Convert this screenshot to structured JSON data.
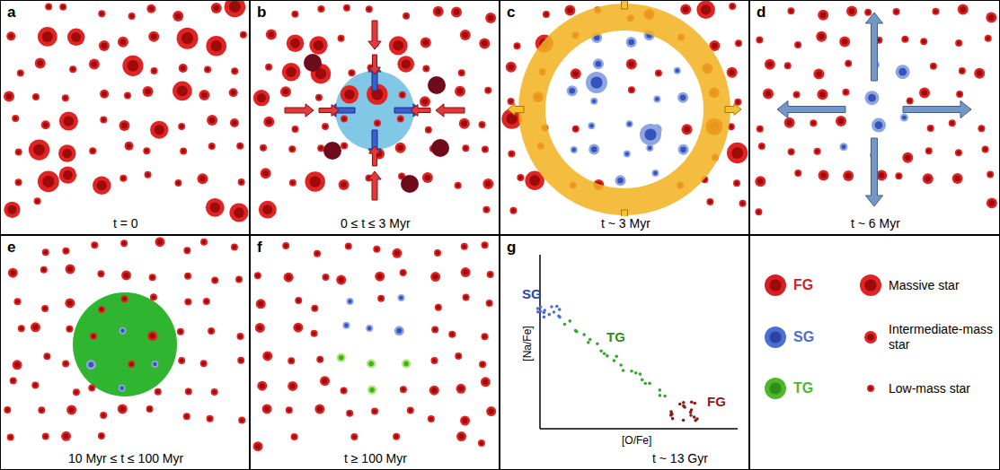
{
  "diagram": {
    "nodes": [
      {
        "text": [
          "a",
          "t = 0"
        ]
      },
      {
        "text": [
          "b",
          "0 ≤ t ≤ 3 Myr"
        ]
      },
      {
        "text": [
          "c",
          "t ~ 3 Myr"
        ]
      },
      {
        "text": [
          "d",
          "t ~ 6 Myr"
        ]
      },
      {
        "text": [
          "e",
          "10 Myr ≤ t ≤ 100 Myr"
        ]
      },
      {
        "text": [
          "f",
          "t ≥ 100 Myr"
        ]
      },
      {
        "text": [
          "g",
          "t ~ 13 Gyr"
        ]
      }
    ],
    "labels": [
      "[Na/Fe]",
      "[O/Fe]",
      "SG",
      "TG",
      "FG"
    ],
    "legend": [
      {
        "text": "FG",
        "color": "#d42020"
      },
      {
        "text": "SG",
        "color": "#4a6fd0"
      },
      {
        "text": "TG",
        "color": "#4cb82a"
      },
      {
        "text": "Massive star"
      },
      {
        "text": "Intermediate-mass star"
      },
      {
        "text": "Low-mass star"
      }
    ]
  }
}
